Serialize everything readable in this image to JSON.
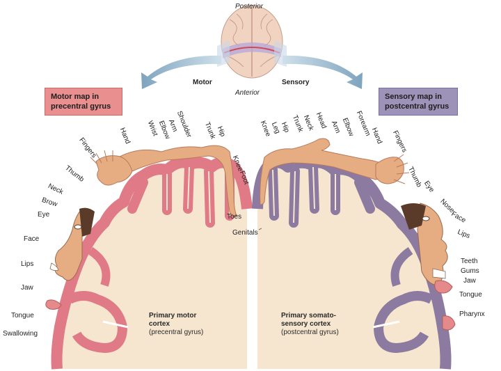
{
  "orientation": {
    "posterior": "Posterior",
    "anterior": "Anterior"
  },
  "arrows": {
    "left_label": "Motor",
    "right_label": "Sensory"
  },
  "motor_box": {
    "line1": "Motor map in",
    "line2": "precentral gyrus"
  },
  "sensory_box": {
    "line1": "Sensory map in",
    "line2": "postcentral gyrus"
  },
  "motor_labels": [
    "Hand",
    "Shoulder",
    "Wrist",
    "Elbow",
    "Arm",
    "Trunk",
    "Hip",
    "Knee",
    "Foot",
    "Toes",
    "Fingers",
    "Thumb",
    "Neck",
    "Brow",
    "Eye",
    "Face",
    "Lips",
    "Jaw",
    "Tongue",
    "Swallowing"
  ],
  "sensory_labels": [
    "Knee",
    "Leg",
    "Hip",
    "Trunk",
    "Neck",
    "Head",
    "Arm",
    "Elbow",
    "Forearm",
    "Hand",
    "Fingers",
    "Thumb",
    "Eye",
    "Nose",
    "Face",
    "Lips",
    "Teeth",
    "Gums",
    "Jaw",
    "Tongue",
    "Pharynx",
    "Genitals"
  ],
  "motor_caption": {
    "title1": "Primary motor",
    "title2": "cortex",
    "sub": "(precentral gyrus)"
  },
  "sensory_caption": {
    "title1": "Primary somato-",
    "title2": "sensory cortex",
    "sub": "(postcentral gyrus)"
  },
  "colors": {
    "motor_cortex": "#e07a86",
    "sensory_cortex": "#8c7aa0",
    "white_matter": "#f6e6cf",
    "skin": "#e6ad82",
    "motor_box": "#ea8f8f",
    "sensory_box": "#9d93b8",
    "arrow": "#a9c4d6"
  }
}
